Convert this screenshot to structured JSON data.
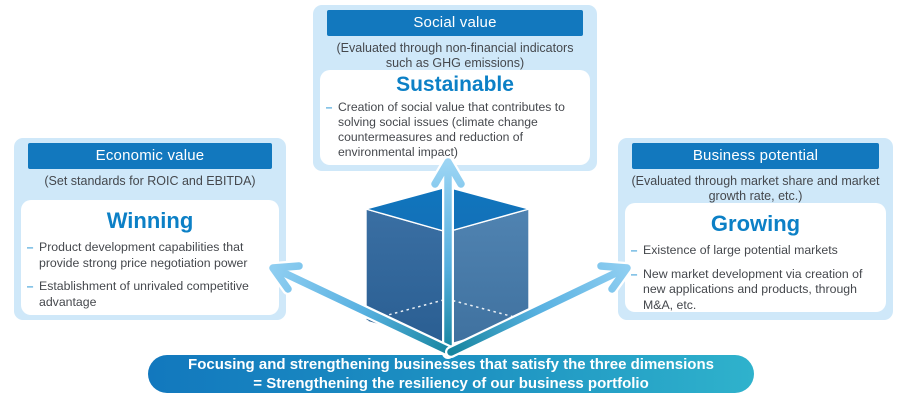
{
  "panels": {
    "social": {
      "header": "Social value",
      "subtitle": "(Evaluated through non-financial indicators such as GHG emissions)",
      "keyword": "Sustainable",
      "bullets": [
        "Creation of social value that contributes to solving social issues (climate change countermeasures and reduction of environmental impact)"
      ]
    },
    "economic": {
      "header": "Economic value",
      "subtitle": "(Set standards for ROIC and EBITDA)",
      "keyword": "Winning",
      "bullets": [
        "Product development capabilities that provide strong price negotiation power",
        "Establishment of unrivaled competitive advantage"
      ]
    },
    "business": {
      "header": "Business potential",
      "subtitle": "(Evaluated through market share and market growth rate, etc.)",
      "keyword": "Growing",
      "bullets": [
        "Existence of large potential markets",
        "New market development via creation of new applications and products, through M&A, etc."
      ]
    }
  },
  "banner": {
    "line1": "Focusing and strengthening businesses that satisfy the three dimensions",
    "line2": "= Strengthening the resiliency of our business portfolio"
  },
  "ui": {
    "bullet_dash": "–"
  },
  "colors": {
    "header_bar": "#1278be",
    "panel_background": "#cfe8f9",
    "card_background": "#ffffff",
    "keyword_text": "#0c80c6",
    "body_text": "#45484d",
    "bullet_dash": "#56abdd",
    "banner_gradient_left": "#1278be",
    "banner_gradient_right": "#2fb2cc",
    "cube_top_face": "#1371b8",
    "cube_left_face": "#2f6598",
    "cube_right_face": "#4a7dab",
    "arrow_tip": "#9cd5f4",
    "arrow_origin": "#17859f"
  }
}
